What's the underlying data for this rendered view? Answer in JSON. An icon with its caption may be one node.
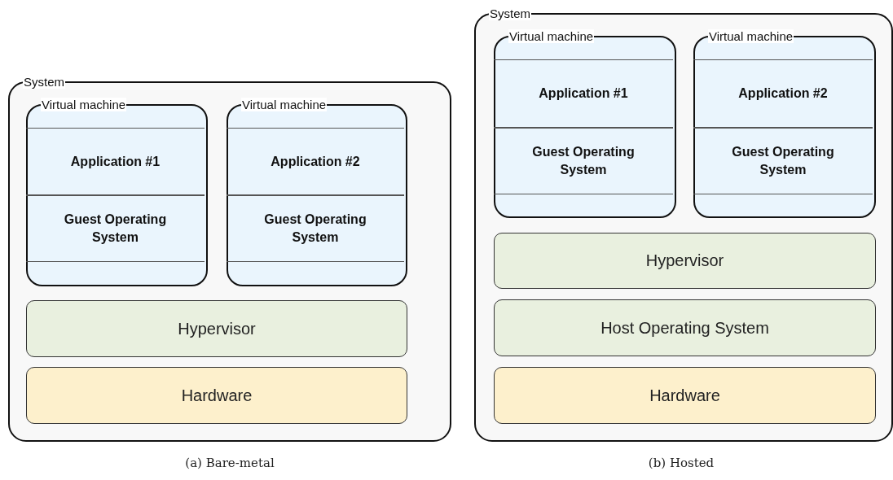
{
  "diagram": {
    "nodes": [
      {
        "text": [
          "System"
        ]
      },
      {
        "text": [
          "Virtual machine"
        ],
        "in": 0
      },
      {
        "text": [
          "Application #1"
        ],
        "in": 1
      },
      {
        "text": [
          "Guest Operating System"
        ],
        "in": 1
      },
      {
        "text": [
          "Virtual machine"
        ],
        "in": 0
      },
      {
        "text": [
          "Application #2"
        ],
        "in": 4
      },
      {
        "text": [
          "Guest Operating System"
        ],
        "in": 4
      },
      {
        "text": [
          "Hypervisor"
        ],
        "in": 0
      },
      {
        "text": [
          "Hardware"
        ],
        "in": 0
      },
      {
        "text": [
          "System"
        ]
      },
      {
        "text": [
          "Virtual machine"
        ],
        "in": 9
      },
      {
        "text": [
          "Application #1"
        ],
        "in": 10
      },
      {
        "text": [
          "Guest Operating System"
        ],
        "in": 10
      },
      {
        "text": [
          "Virtual machine"
        ],
        "in": 9
      },
      {
        "text": [
          "Application #2"
        ],
        "in": 13
      },
      {
        "text": [
          "Guest Operating System"
        ],
        "in": 13
      },
      {
        "text": [
          "Hypervisor"
        ],
        "in": 9
      },
      {
        "text": [
          "Host Operating System"
        ],
        "in": 9
      },
      {
        "text": [
          "Hardware"
        ],
        "in": 9
      }
    ],
    "labels": [
      "(a) Bare-metal",
      "(b) Hosted"
    ]
  }
}
